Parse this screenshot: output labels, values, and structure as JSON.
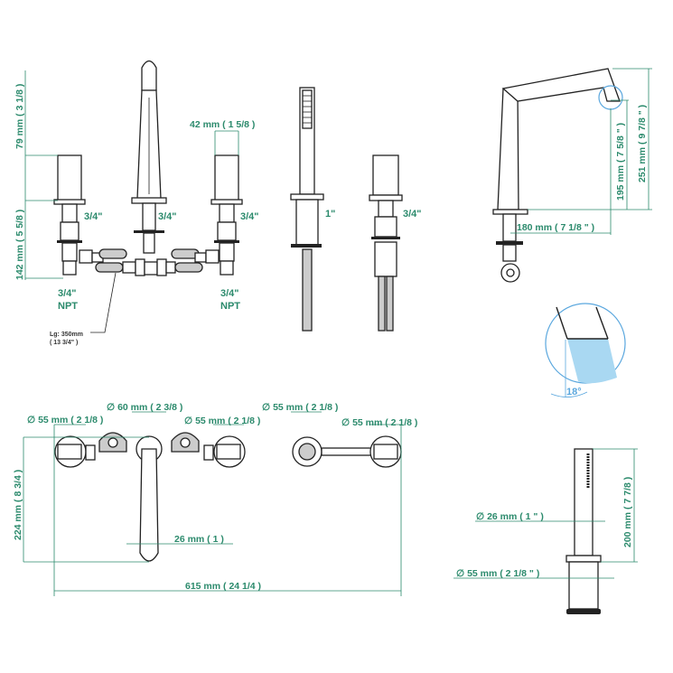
{
  "front_view": {
    "height_top": "79 mm ( 3 1/8 )",
    "height_bottom": "142 mm ( 5 5/8 )",
    "handle_width": "42 mm ( 1 5/8 )",
    "left_thread": "3/4\"",
    "center_thread": "3/4\"",
    "right_thread": "3/4\"",
    "left_connection": [
      "3/4\"",
      "NPT"
    ],
    "right_connection": [
      "3/4\"",
      "NPT"
    ],
    "hose_length": [
      "Lg: 350mm",
      "( 13 3/4\" )"
    ]
  },
  "hand_shower_front": {
    "shower_thread": "1\"",
    "diverter_thread": "3/4\""
  },
  "side_view": {
    "outlet_height": "195 mm ( 7 5/8 \" )",
    "total_height": "251 mm ( 9 7/8 \" )",
    "reach": "180 mm ( 7 1/8 \" )",
    "detail_angle": "18°"
  },
  "top_view": {
    "spout_diameter": "∅ 60 mm ( 2 3/8 )",
    "left_handle_diameter": "∅ 55 mm ( 2 1/8 )",
    "right_handle_diameter": "∅ 55 mm ( 2 1/8 )",
    "shower_base_diameter": "∅ 55 mm ( 2 1/8 )",
    "diverter_diameter": "∅ 55 mm ( 2 1/8 )",
    "spout_depth": "224 mm ( 8 3/4 )",
    "spout_width": "26 mm ( 1 )",
    "overall_width": "615 mm ( 24 1/4 )"
  },
  "hand_shower_side": {
    "height": "200 mm ( 7 7/8 )",
    "handle_diameter": "∅ 26 mm ( 1 \" )",
    "base_diameter": "∅ 55 mm ( 2 1/8 \" )"
  },
  "colors": {
    "dimension": "#2b8a6c",
    "detail": "#5aa7de",
    "water": "#a9d8f2"
  }
}
